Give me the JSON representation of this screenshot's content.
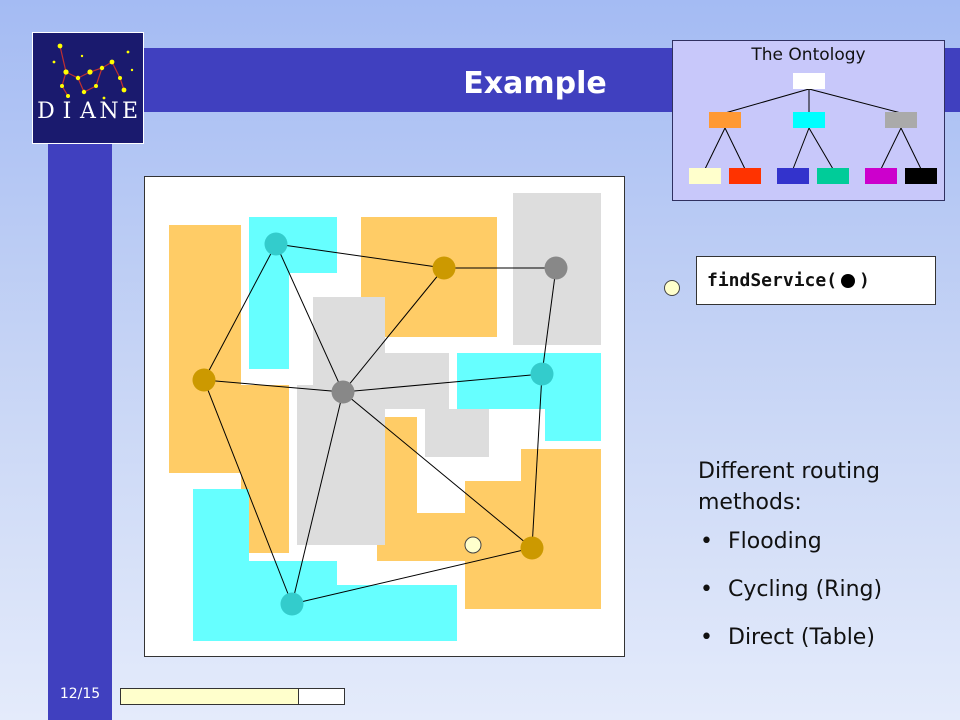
{
  "slide": {
    "title": "Example",
    "page_indicator": "12/15",
    "progress": 0.8
  },
  "logo": {
    "letters": [
      "D",
      "I",
      "A",
      "N",
      "E"
    ],
    "background_color": "#1a1a6e",
    "star_color": "#ffff00",
    "line_color": "#c03030"
  },
  "ontology": {
    "title": "The Ontology",
    "root_color": "#ffffff",
    "level1_colors": [
      "#ff9933",
      "#00ffff",
      "#aaaaaa"
    ],
    "level2_colors": [
      "#ffffcc",
      "#ff3300",
      "#3333cc",
      "#00cc99",
      "#cc00cc",
      "#000000"
    ]
  },
  "network": {
    "service_colors": {
      "orange": "#ffcc66",
      "cyan": "#66ffff",
      "gray": "#dddddd"
    },
    "node_colors": {
      "orange": "#cc9900",
      "cyan": "#33cccc",
      "gray": "#888888"
    },
    "nodes": [
      {
        "id": "n1",
        "kind": "cyan"
      },
      {
        "id": "n2",
        "kind": "orange"
      },
      {
        "id": "n3",
        "kind": "gray"
      },
      {
        "id": "n4",
        "kind": "orange"
      },
      {
        "id": "n5",
        "kind": "gray"
      },
      {
        "id": "n6",
        "kind": "cyan"
      },
      {
        "id": "n7",
        "kind": "orange"
      },
      {
        "id": "n8",
        "kind": "cyan"
      }
    ],
    "edges": [
      [
        "n1",
        "n2"
      ],
      [
        "n2",
        "n3"
      ],
      [
        "n1",
        "n4"
      ],
      [
        "n1",
        "n5"
      ],
      [
        "n4",
        "n5"
      ],
      [
        "n5",
        "n2"
      ],
      [
        "n5",
        "n6"
      ],
      [
        "n3",
        "n6"
      ],
      [
        "n6",
        "n7"
      ],
      [
        "n5",
        "n7"
      ],
      [
        "n5",
        "n8"
      ],
      [
        "n4",
        "n8"
      ],
      [
        "n8",
        "n7"
      ]
    ]
  },
  "query": {
    "label_prefix": "findService(",
    "label_suffix": ")",
    "node_color": "#ffffcc"
  },
  "routing": {
    "heading": "Different routing methods:",
    "methods": [
      "Flooding",
      "Cycling (Ring)",
      "Direct (Table)"
    ]
  }
}
